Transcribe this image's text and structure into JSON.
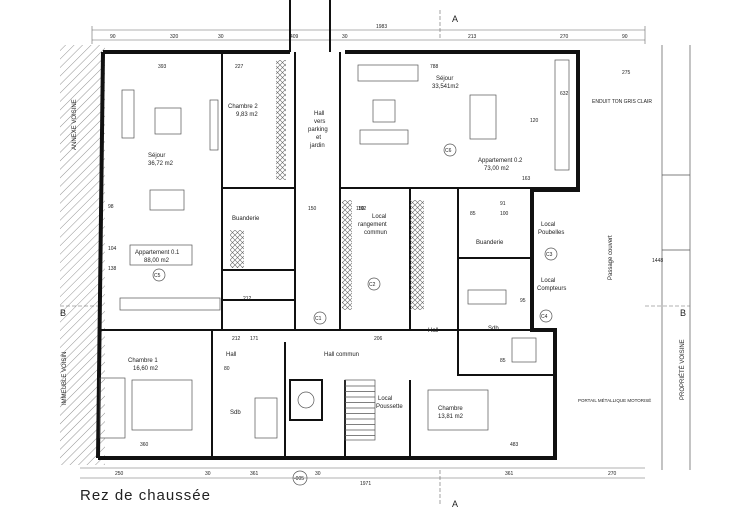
{
  "caption": "Rez de chaussée",
  "section_marks": {
    "a": "A",
    "b": "B"
  },
  "axis_label": "-005",
  "neighbors": {
    "left_top": "ANNEXE VOISINE",
    "left_bottom": "IMMEUBLE VOISIN",
    "right": "PROPRIÉTÉ VOISINE"
  },
  "notes": {
    "enduit": "ENDUIT TON GRIS CLAIR",
    "portail": "PORTAIL MÉTALLIQUE MOTORISÉ",
    "passage": "Passage couvert"
  },
  "rooms": {
    "sejour_left": {
      "name": "Séjour",
      "area": "36,72 m2"
    },
    "chambre2": {
      "name": "Chambre 2",
      "area": "9,83 m2"
    },
    "hall_parking": {
      "l1": "Hall",
      "l2": "vers",
      "l3": "parking",
      "l4": "et",
      "l5": "jardin"
    },
    "sejour_right": {
      "name": "Séjour",
      "area": "33,541m2"
    },
    "appt2": {
      "name": "Appartement 0.2",
      "area": "73,00 m2",
      "tag": "C6"
    },
    "buanderie_left": "Buanderie",
    "local_rangement": {
      "l1": "Local",
      "l2": "rangement",
      "l3": "commun",
      "tag": "C2"
    },
    "buanderie_right": "Buanderie",
    "local_poubelles": {
      "l1": "Local",
      "l2": "Poubelles",
      "tag": "C3"
    },
    "local_compteurs": {
      "l1": "Local",
      "l2": "Compteurs",
      "tag": "C4"
    },
    "appt1": {
      "name": "Appartement 0.1",
      "area": "88,00 m2",
      "tag": "C5"
    },
    "chambre1": {
      "name": "Chambre 1",
      "area": "16,60 m2"
    },
    "hall_left": "Hall",
    "hall_commun": {
      "name": "Hall commun",
      "tag": "C1"
    },
    "sdb_left": "Sdb",
    "local_poussette": {
      "l1": "Local",
      "l2": "Poussette"
    },
    "hall_right": "Hall",
    "sdb_right": "Sdb",
    "chambre3": {
      "name": "Chambre",
      "area": "13,81 m2"
    }
  },
  "dimensions": {
    "top_total": "1983",
    "top_row": [
      "90",
      "320",
      "30",
      "409",
      "30",
      "213",
      "270",
      "90"
    ],
    "bottom_total": "1971",
    "bottom_row": [
      "250",
      "30",
      "361",
      "30",
      "361",
      "270"
    ],
    "right_v": "1448",
    "misc": [
      "393",
      "227",
      "788",
      "275",
      "163",
      "150",
      "150",
      "192",
      "212",
      "212",
      "171",
      "206",
      "360",
      "483",
      "100",
      "95",
      "98",
      "91",
      "120",
      "80",
      "632",
      "85",
      "85",
      "104",
      "138"
    ]
  }
}
